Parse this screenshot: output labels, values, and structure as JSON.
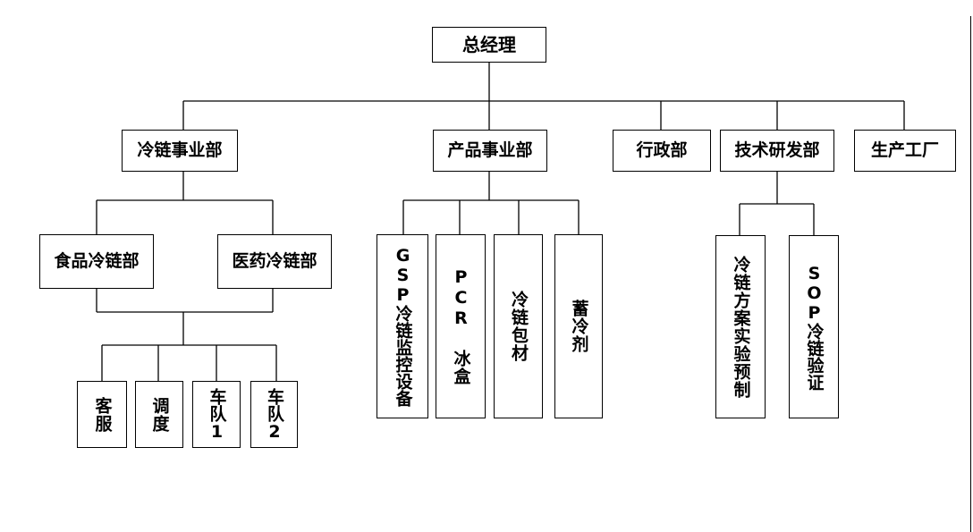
{
  "org_chart": {
    "root": "总经理",
    "departments": {
      "cold_chain": "冷链事业部",
      "product": "产品事业部",
      "admin": "行政部",
      "rnd": "技术研发部",
      "factory": "生产工厂"
    },
    "cold_chain_units": {
      "food": "食品冷链部",
      "pharma": "医药冷链部"
    },
    "service_units": {
      "customer_service": "客服",
      "dispatch": "调度",
      "fleet_1": "车队1",
      "fleet_2": "车队2"
    },
    "product_units": {
      "gsp": "GSP冷链监控设备",
      "pcr": "PCR 冰盒",
      "packaging": "冷链包材",
      "cold_storage": "蓄冷剂"
    },
    "rnd_units": {
      "solution": "冷链方案实验预制",
      "sop": "SOP冷链验证"
    }
  }
}
